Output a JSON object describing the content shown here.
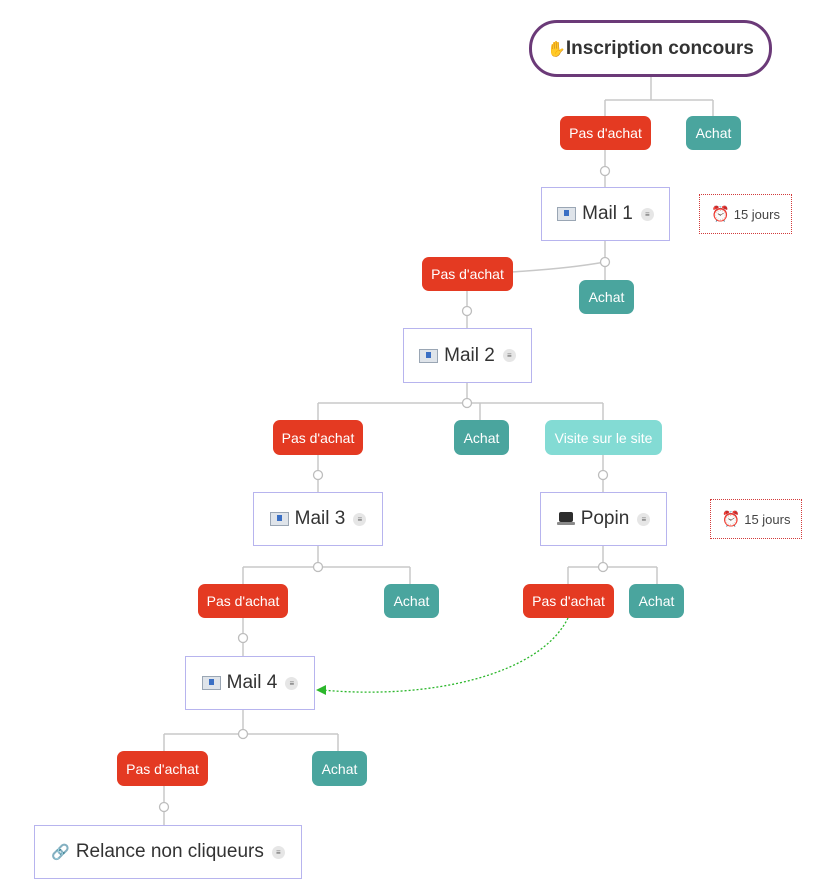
{
  "root": {
    "icon": "raised-hand-icon",
    "label": "Inscription concours"
  },
  "tags": {
    "no_purchase": "Pas d'achat",
    "purchase": "Achat",
    "site_visit": "Visite sur le site"
  },
  "mails": {
    "mail1": "Mail 1",
    "mail2": "Mail 2",
    "mail3": "Mail 3",
    "mail4": "Mail 4",
    "popin": "Popin",
    "relance": "Relance non cliqueurs"
  },
  "timers": {
    "t1": "15 jours",
    "t2": "15 jours"
  },
  "colors": {
    "root_border": "#6b3a78",
    "no_purchase": "#e43a22",
    "purchase": "#4aa59e",
    "site_visit": "#83dbd4",
    "mail_border": "#b7b4ee",
    "timer_border": "#d23a3a",
    "jump_link": "#2cb72c"
  }
}
